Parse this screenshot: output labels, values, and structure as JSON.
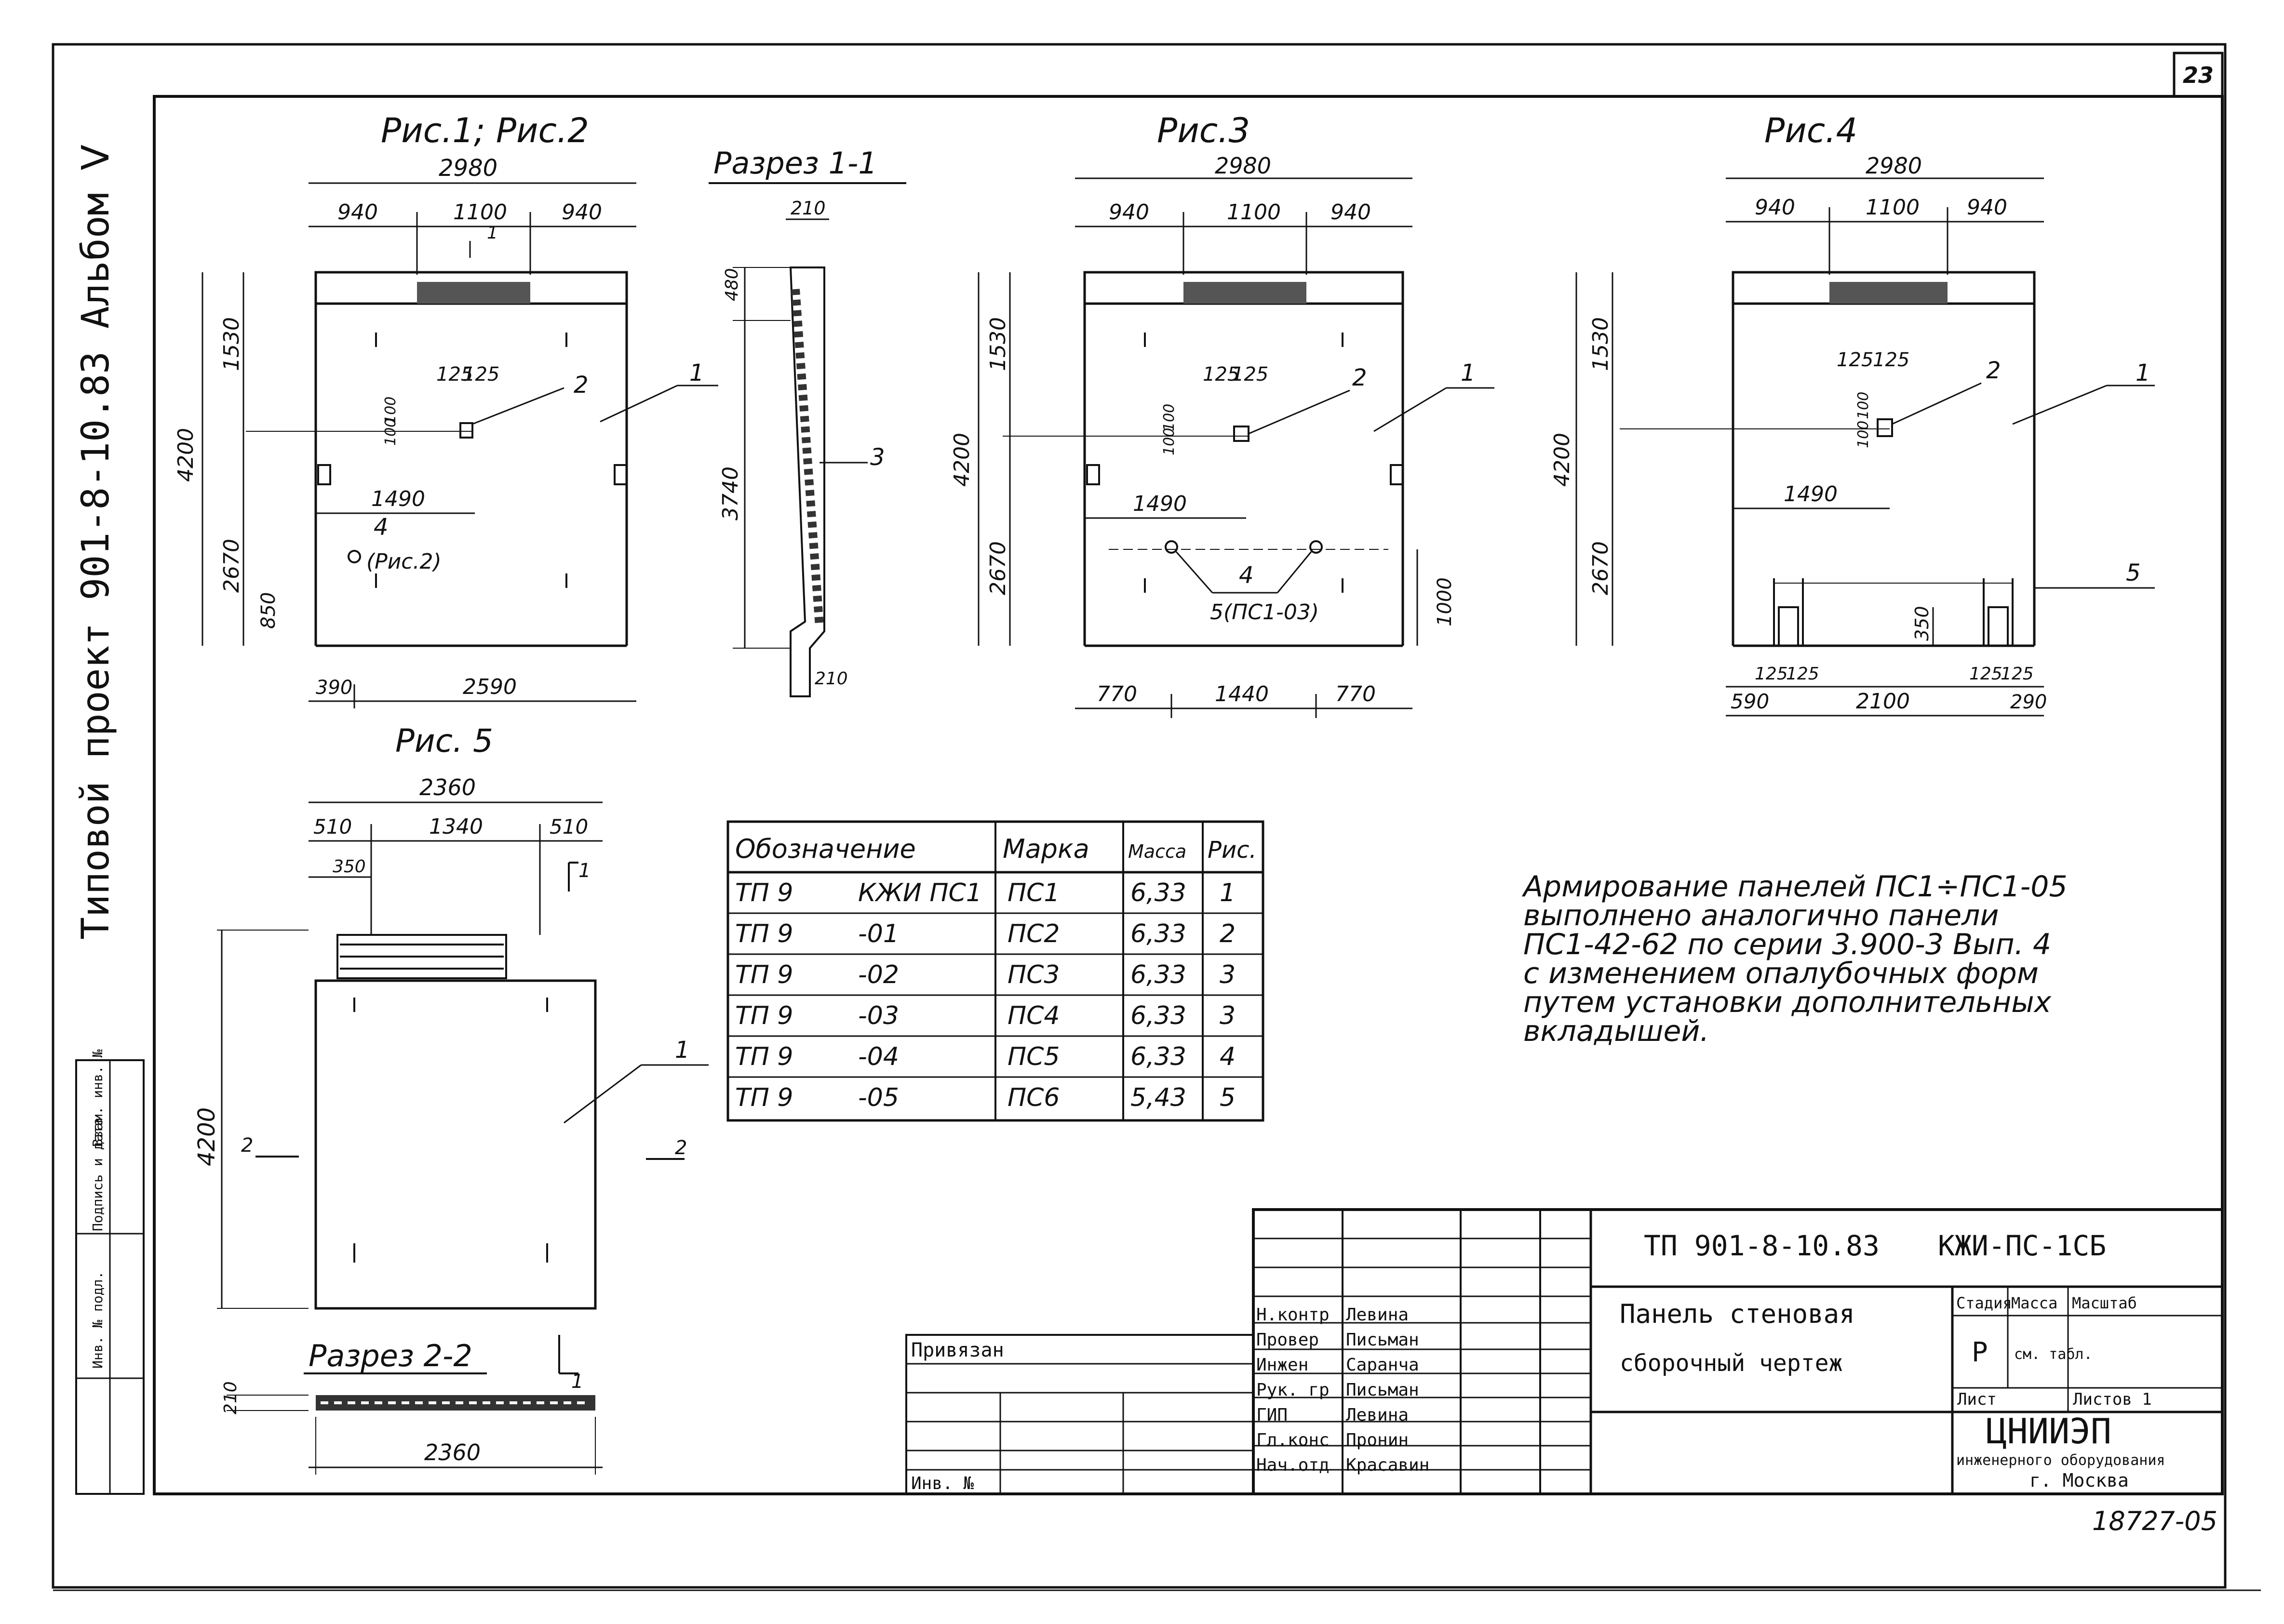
{
  "sheet": {
    "sheet_number": "23",
    "side_title": "Типовой проект 901-8-10.83 Альбом Ⅴ",
    "doc_number": "18727-05",
    "left_stamp": [
      "Инв. № подл.",
      "Подпись и дата",
      "Взам. инв. №"
    ]
  },
  "figures": {
    "fig12": {
      "title": "Рис.1; Рис.2",
      "dims": {
        "total": "2980",
        "left": "940",
        "mid": "1100",
        "right": "940",
        "h_total": "4200",
        "h_top": "1530",
        "h_low": "2670",
        "h_bot": "850",
        "w125a": "125",
        "w125b": "125",
        "v100a": "100",
        "v100b": "100",
        "x1490": "1490",
        "b390": "390",
        "b2590": "2590"
      },
      "labels": {
        "l1": "1",
        "l2": "2",
        "l4": "4",
        "l4sub": "(Рис.2)",
        "cut": "1"
      }
    },
    "section11": {
      "title": "Разрез 1-1",
      "dims": {
        "top": "210",
        "left": "480",
        "mid": "3740",
        "bot": "210"
      },
      "label3": "3"
    },
    "fig3": {
      "title": "Рис.3",
      "dims": {
        "total": "2980",
        "left": "940",
        "mid": "1100",
        "right": "940",
        "h_total": "4200",
        "h_top": "1530",
        "h_low": "2670",
        "w125a": "125",
        "w125b": "125",
        "v100a": "100",
        "v100b": "100",
        "x1490": "1490",
        "r1000": "1000",
        "b770a": "770",
        "b1440": "1440",
        "b770b": "770"
      },
      "labels": {
        "l1": "1",
        "l2": "2",
        "l4": "4",
        "l5": "5(ПС1-03)"
      }
    },
    "fig4": {
      "title": "Рис.4",
      "dims": {
        "total": "2980",
        "left": "940",
        "mid": "1100",
        "right": "940",
        "h_total": "4200",
        "h_top": "1530",
        "h_low": "2670",
        "w125a": "125",
        "w125b": "125",
        "v100a": "100",
        "v100b": "100",
        "x1490": "1490",
        "v350": "350",
        "b125a": "125",
        "b125b": "125",
        "b125c": "125",
        "b125d": "125",
        "b590": "590",
        "b2100": "2100",
        "b290": "290"
      },
      "labels": {
        "l1": "1",
        "l2": "2",
        "l5": "5"
      }
    },
    "fig5": {
      "title": "Рис. 5",
      "dims": {
        "total": "2360",
        "left": "510",
        "mid": "1340",
        "right": "510",
        "d350": "350",
        "h4200": "4200"
      },
      "labels": {
        "l1": "1",
        "cut1": "1",
        "cut2a": "2",
        "cut2b": "2"
      }
    },
    "section22": {
      "title": "Разрез 2-2",
      "dims": {
        "h210": "210",
        "w2360": "2360"
      },
      "cut": "1"
    }
  },
  "spec_table": {
    "headers": [
      "Обозначение",
      "Марка",
      "Масса",
      "Рис."
    ],
    "rows": [
      [
        "ТП 9",
        "КЖИ ПС1",
        "ПС1",
        "6,33",
        "1"
      ],
      [
        "ТП 9",
        "-01",
        "ПС2",
        "6,33",
        "2"
      ],
      [
        "ТП 9",
        "-02",
        "ПС3",
        "6,33",
        "3"
      ],
      [
        "ТП 9",
        "-03",
        "ПС4",
        "6,33",
        "3"
      ],
      [
        "ТП 9",
        "-04",
        "ПС5",
        "6,33",
        "4"
      ],
      [
        "ТП 9",
        "-05",
        "ПС6",
        "5,43",
        "5"
      ]
    ]
  },
  "note": [
    "Армирование панелей ПС1÷ПС1-05",
    "выполнено аналогично панели",
    "ПС1-42-62 по серии 3.900-3 Вып. 4",
    "с изменением опалубочных форм",
    "путем установки дополнительных",
    "вкладышей."
  ],
  "title_block": {
    "code": "ТП 901-8-10.83",
    "doc_code": "КЖИ-ПС-1СБ",
    "name_line1": "Панель стеновая",
    "name_line2": "сборочный чертеж",
    "stage_h": "Стадия",
    "mass_h": "Масса",
    "scale_h": "Масштаб",
    "stage": "Р",
    "mass": "см. табл.",
    "sheet_h": "Лист",
    "sheets_h": "Листов 1",
    "org": "ЦНИИЭП",
    "org_sub": "инженерного оборудования",
    "city": "г. Москва",
    "privyazan": "Привязан",
    "inv": "Инв. №",
    "roles": [
      {
        "role": "Н.контр",
        "name": "Левина"
      },
      {
        "role": "Провер",
        "name": "Письман"
      },
      {
        "role": "Инжен",
        "name": "Саранча"
      },
      {
        "role": "Рук. гр",
        "name": "Письман"
      },
      {
        "role": "ГИП",
        "name": "Левина"
      },
      {
        "role": "Гл.конс",
        "name": "Пронин"
      },
      {
        "role": "Нач.отд",
        "name": "Красавин"
      }
    ]
  }
}
